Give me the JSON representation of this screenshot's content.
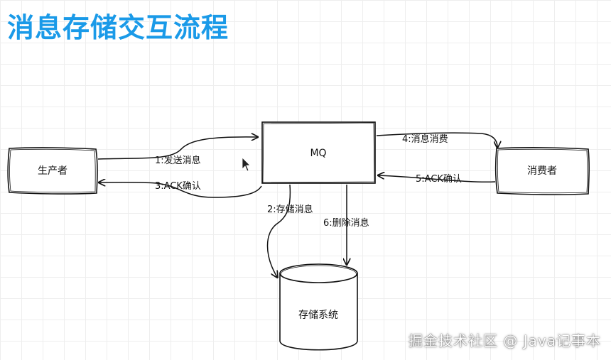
{
  "title": "消息存储交互流程",
  "nodes": {
    "producer": "生产者",
    "mq": "MQ",
    "consumer": "消费者",
    "storage": "存储系统"
  },
  "edges": {
    "send": "1:发送消息",
    "store": "2:存储消息",
    "ack_producer": "3:ACK确认",
    "consume": "4:消息消费",
    "ack_consumer": "5:ACK确认",
    "delete": "6:删除消息"
  },
  "watermark": "掘金技术社区 @ Java记事本",
  "colors": {
    "title": "#1a9ae8",
    "stroke": "#111111",
    "grid": "#eeeeee"
  }
}
